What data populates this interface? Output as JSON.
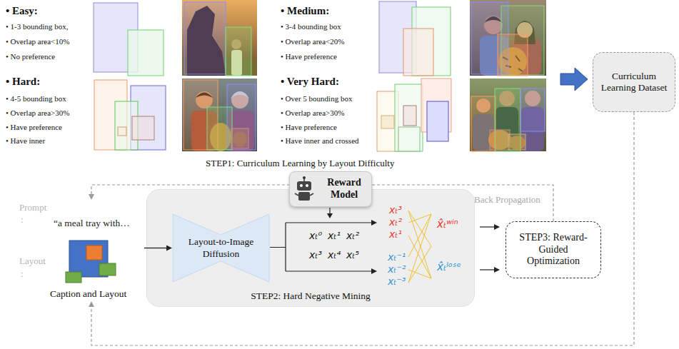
{
  "diagram": {
    "nodes": [
      {
        "text": [
          "Curriculum Learning Dataset"
        ]
      },
      {
        "text": [
          "Reward Model"
        ]
      },
      {
        "text": [
          "Prompt",
          ":",
          "“a meal tray with…",
          "Layout",
          ":",
          "Caption and Layout"
        ]
      },
      {
        "text": [
          "STEP2: Hard Negative Mining"
        ]
      },
      {
        "text": [
          "Layout-to-Image Diffusion"
        ],
        "in": 3
      },
      {
        "text": [
          "STEP3: Reward-Guided Optimization"
        ]
      }
    ],
    "edges": [
      {
        "from": 2,
        "to": 4,
        "arrow": "to"
      },
      {
        "from": 5,
        "to": 2,
        "arrow": "to",
        "label": "Back Propagation"
      },
      {
        "from": 0,
        "to": 2,
        "arrow": "to"
      }
    ],
    "labels": [
      "• Easy:",
      "• 1-3 bounding box,",
      "• Overlap area<10%",
      "• No preference",
      "• Medium:",
      "• 3-4 bounding box",
      "• Overlap area<20%",
      "• Have preference",
      "• Hard:",
      "• 4-5 bounding box",
      "• Overlap area>30%",
      "• Have preference",
      "• Have inner",
      "• Very Hard:",
      "• Over 5 bounding box",
      "• Overlap area>30%",
      "• Have preference",
      "• Have inner and crossed",
      "STEP1: Curriculum Learning by Layout Difficulty",
      "xₜ⁰",
      "xₜ¹",
      "xₜ²",
      "xₜ³",
      "xₜ⁴",
      "xₜ⁵",
      "xₜ³",
      "xₜ²",
      "xₜ¹",
      "xₜ⁻¹",
      "xₜ⁻²",
      "xₜ⁻³",
      "x̂ₜʷⁱⁿ",
      "x̂ₜˡᵒˢᵉ"
    ]
  }
}
